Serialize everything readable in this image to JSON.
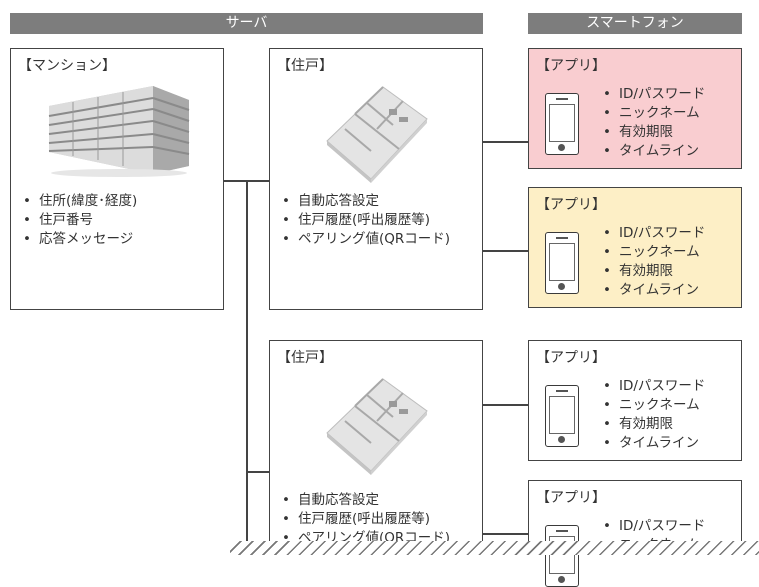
{
  "headers": {
    "server": "サーバ",
    "smartphone": "スマートフォン"
  },
  "mansion": {
    "title": "【マンション】",
    "items": [
      "住所(緯度･経度)",
      "住戸番号",
      "応答メッセージ"
    ]
  },
  "units": [
    {
      "title": "【住戸】",
      "items": [
        "自動応答設定",
        "住戸履歴(呼出履歴等)",
        "ペアリング値(QRコード)"
      ]
    },
    {
      "title": "【住戸】",
      "items": [
        "自動応答設定",
        "住戸履歴(呼出履歴等)",
        "ペアリング値(QRコード)"
      ]
    }
  ],
  "apps": [
    {
      "title": "【アプリ】",
      "items": [
        "ID/パスワード",
        "ニックネーム",
        "有効期限",
        "タイムライン"
      ],
      "color": "#f9cdd0"
    },
    {
      "title": "【アプリ】",
      "items": [
        "ID/パスワード",
        "ニックネーム",
        "有効期限",
        "タイムライン"
      ],
      "color": "#fdefc6"
    },
    {
      "title": "【アプリ】",
      "items": [
        "ID/パスワード",
        "ニックネーム",
        "有効期限",
        "タイムライン"
      ],
      "color": "#ffffff"
    },
    {
      "title": "【アプリ】",
      "items": [
        "ID/パスワード",
        "ニックネーム"
      ],
      "color": "#ffffff"
    }
  ]
}
